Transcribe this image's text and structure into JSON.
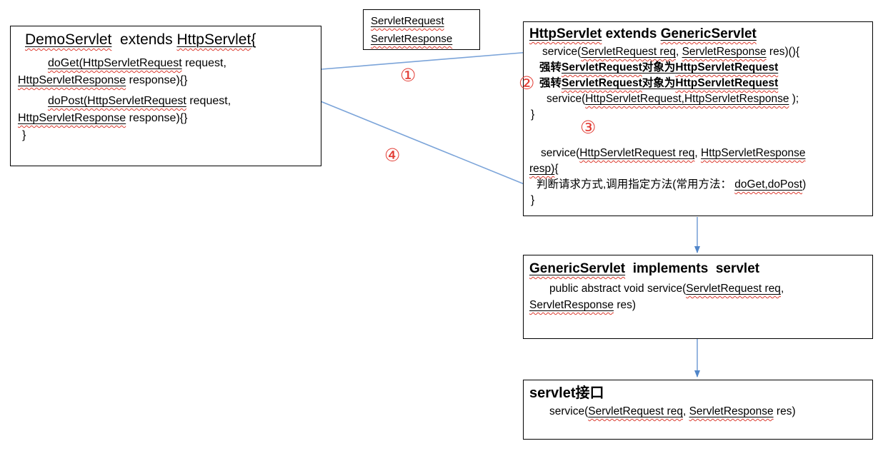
{
  "colors": {
    "arrow_blue": "#7ba4d9",
    "arrowhead_blue": "#5186c9",
    "accent_red": "#e23b33",
    "squiggle_red": "#dc3a2e",
    "box_border": "#000000"
  },
  "badges": {
    "s1": "①",
    "s2": "②",
    "s3": "③",
    "s4": "④"
  },
  "demo": {
    "lines": [
      {
        "title": true,
        "pad": 12,
        "seg": [
          {
            "t": "DemoServlet",
            "u": true,
            "sq": true
          },
          {
            "t": "  extends "
          },
          {
            "t": "HttpServlet",
            "u": true,
            "sq": true
          },
          {
            "t": "{",
            "u": true
          }
        ]
      },
      {
        "pad": 44,
        "gap": 6,
        "seg": [
          {
            "t": "doGet(HttpServletRequest",
            "u": true,
            "sq": true
          },
          {
            "t": " request,"
          }
        ]
      },
      {
        "pad": 2,
        "seg": [
          {
            "t": "HttpServletResponse",
            "u": true,
            "sq": true
          },
          {
            "t": " response){}"
          }
        ]
      },
      {
        "pad": 44,
        "gap": 5,
        "seg": [
          {
            "t": "doPost(HttpServletRequest",
            "u": true,
            "sq": true
          },
          {
            "t": " request,"
          }
        ]
      },
      {
        "pad": 2,
        "seg": [
          {
            "t": "HttpServletResponse",
            "u": true,
            "sq": true
          },
          {
            "t": " response){}"
          }
        ]
      },
      {
        "pad": 8,
        "seg": [
          {
            "t": "}"
          }
        ]
      }
    ]
  },
  "request_box": {
    "lines": [
      {
        "pad": 2,
        "seg": [
          {
            "t": "ServletRequest",
            "u": true,
            "sq": true
          }
        ]
      },
      {
        "pad": 2,
        "seg": [
          {
            "t": "ServletResponse",
            "u": true,
            "sq": true
          }
        ]
      }
    ]
  },
  "http": {
    "lines": [
      {
        "title": true,
        "pad": 2,
        "seg": [
          {
            "t": "HttpServlet",
            "u": true,
            "sq": true
          },
          {
            "t": " extends "
          },
          {
            "t": "GenericServlet",
            "u": true,
            "sq": true
          }
        ]
      },
      {
        "pad": 20,
        "seg": [
          {
            "t": "service("
          },
          {
            "t": "ServletRequest req",
            "u": true,
            "sq": true
          },
          {
            "t": ", "
          },
          {
            "t": "ServletResponse",
            "u": true,
            "sq": true
          },
          {
            "t": " res)(){"
          }
        ]
      },
      {
        "pad": 16,
        "bold": true,
        "seg": [
          {
            "t": "强转"
          },
          {
            "t": "ServletRequest",
            "u": true,
            "sq": true
          },
          {
            "t": "对象为",
            "u": true
          },
          {
            "t": "HttpServletRequest",
            "u": true,
            "sq": true
          }
        ]
      },
      {
        "pad": 16,
        "bold": true,
        "seg": [
          {
            "t": "强转"
          },
          {
            "t": "ServletRequest",
            "u": true,
            "sq": true
          },
          {
            "t": "对象为",
            "u": true
          },
          {
            "t": "HttpServletRequest",
            "u": true,
            "sq": true
          }
        ]
      },
      {
        "pad": 26,
        "seg": [
          {
            "t": "service("
          },
          {
            "t": "HttpServletRequest,HttpServletResponse",
            "u": true,
            "sq": true
          },
          {
            "t": " );"
          }
        ]
      },
      {
        "pad": 4,
        "seg": [
          {
            "t": "}"
          }
        ]
      },
      {
        "pad": 18,
        "gap": 32,
        "seg": [
          {
            "t": "service("
          },
          {
            "t": "HttpServletRequest req",
            "u": true,
            "sq": true
          },
          {
            "t": ", "
          },
          {
            "t": "HttpServletResponse",
            "u": true,
            "sq": true
          }
        ]
      },
      {
        "pad": 2,
        "seg": [
          {
            "t": "resp)",
            "u": true,
            "sq": true
          },
          {
            "t": "{"
          }
        ]
      },
      {
        "pad": 12,
        "seg": [
          {
            "t": "判断请求方式,调用指定方法(常用方法： "
          },
          {
            "t": "doGet,doPost",
            "u": true,
            "sq": true
          },
          {
            "t": ")"
          }
        ]
      },
      {
        "pad": 4,
        "seg": [
          {
            "t": "}"
          }
        ]
      }
    ]
  },
  "generic": {
    "lines": [
      {
        "title": true,
        "pad": 2,
        "seg": [
          {
            "t": "GenericServlet",
            "u": true,
            "sq": true
          },
          {
            "t": "  implements  servlet"
          }
        ]
      },
      {
        "pad": 30,
        "seg": [
          {
            "t": "public abstract void service("
          },
          {
            "t": "ServletRequest req",
            "u": true,
            "sq": true
          },
          {
            "t": ","
          }
        ]
      },
      {
        "pad": 2,
        "seg": [
          {
            "t": "ServletResponse",
            "u": true,
            "sq": true
          },
          {
            "t": " res)"
          }
        ]
      }
    ]
  },
  "servlet": {
    "lines": [
      {
        "title": true,
        "pad": 2,
        "seg": [
          {
            "t": "servlet接口"
          }
        ]
      },
      {
        "pad": 30,
        "seg": [
          {
            "t": "service("
          },
          {
            "t": "ServletRequest req",
            "u": true,
            "sq": true
          },
          {
            "t": ", "
          },
          {
            "t": "ServletResponse",
            "u": true,
            "sq": true
          },
          {
            "t": " res)"
          }
        ]
      }
    ]
  }
}
